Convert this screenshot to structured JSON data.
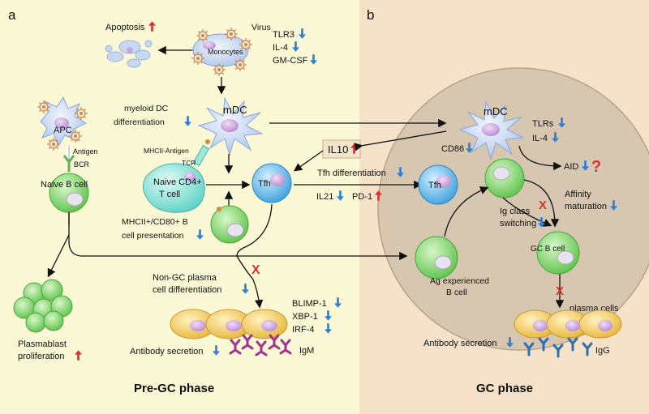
{
  "panels": {
    "a": {
      "letter": "a",
      "phase": "Pre-GC phase"
    },
    "b": {
      "letter": "b",
      "phase": "GC phase"
    }
  },
  "labels": {
    "apoptosis": "Apoptosis",
    "virus": "Virus",
    "monocytes": "Monocytes",
    "tlr3": "TLR3",
    "il4": "IL-4",
    "gmcsf": "GM-CSF",
    "mdc": "mDC",
    "myeloid1": "myeloid DC",
    "myeloid2": "differentiation",
    "apc": "APC",
    "antigen": "Antigen",
    "bcr": "BCR",
    "naive_b": "Naive B cell",
    "mhcii_antigen": "MHCII-Antigen",
    "tcr": "TCR",
    "naive_cd4_1": "Naive CD4+",
    "naive_cd4_2": "T cell",
    "tfh": "Tfh",
    "il10": "IL10",
    "tfh_diff": "Tfh differentiation",
    "il21": "IL21",
    "pd1": "PD-1",
    "mhcii_cd80_1": "MHCII+/CD80+ B",
    "mhcii_cd80_2": "cell presentation",
    "non_gc_1": "Non-GC plasma",
    "non_gc_2": "cell differentiation",
    "blimp1": "BLIMP-1",
    "xbp1": "XBP-1",
    "irf4": "IRF-4",
    "antibody_secretion": "Antibody secretion",
    "igm": "IgM",
    "plasmablast_1": "Plasmablast",
    "plasmablast_2": "proliferation",
    "mdc_gc": "mDC",
    "tlrs": "TLRs",
    "il4_gc": "IL-4",
    "cd86": "CD86",
    "aid": "AID",
    "question": "?",
    "affinity_1": "Affinity",
    "affinity_2": "maturation",
    "tfh_gc": "Tfh",
    "ig_class_1": "Ig class",
    "ig_class_2": "switching",
    "gc_b_cell": "GC B cell",
    "ag_exp_1": "Ag experienced",
    "ag_exp_2": "B cell",
    "plasma_cells": "plasma cells",
    "antibody_secretion_gc": "Antibody secretion",
    "igg": "IgG",
    "x_mark": "X"
  },
  "colors": {
    "left_bg": "#fbf8d6",
    "right_bg": "#f5e2c8",
    "gc_circle": "#d8c7b0",
    "up_arrow": "#e0302a",
    "down_arrow": "#2f7fd6",
    "b_cell": "#7fd36a",
    "t_cell": "#5ab8e8",
    "naive_t": "#7ee0d6",
    "plasma": "#f3c84a",
    "dc": "#bcd3f0",
    "antibody_igm": "#a0348f",
    "antibody_igg": "#2e6fb0"
  }
}
